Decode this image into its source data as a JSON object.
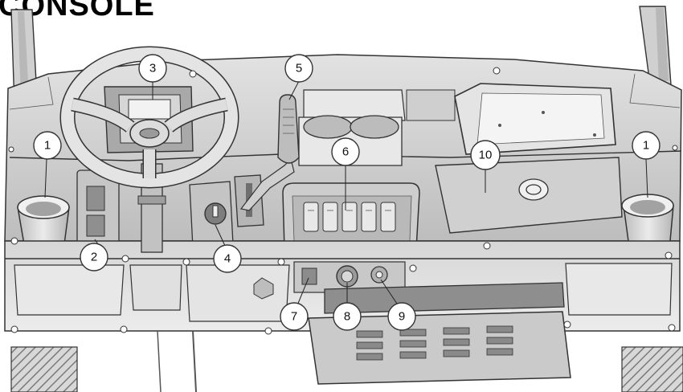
{
  "page": {
    "title": "CONSOLE"
  },
  "callouts": [
    {
      "id": "callout-1-left",
      "label": "1"
    },
    {
      "id": "callout-2",
      "label": "2"
    },
    {
      "id": "callout-3",
      "label": "3"
    },
    {
      "id": "callout-4",
      "label": "4"
    },
    {
      "id": "callout-5",
      "label": "5"
    },
    {
      "id": "callout-6",
      "label": "6"
    },
    {
      "id": "callout-7",
      "label": "7"
    },
    {
      "id": "callout-8",
      "label": "8"
    },
    {
      "id": "callout-9",
      "label": "9"
    },
    {
      "id": "callout-10",
      "label": "10"
    },
    {
      "id": "callout-1-right",
      "label": "1"
    }
  ],
  "colors": {
    "panel": "#d4d4d4",
    "panel_dark": "#a8a8a8",
    "panel_light": "#e6e6e6",
    "recess": "#8a8a8a",
    "outline": "#333333"
  }
}
